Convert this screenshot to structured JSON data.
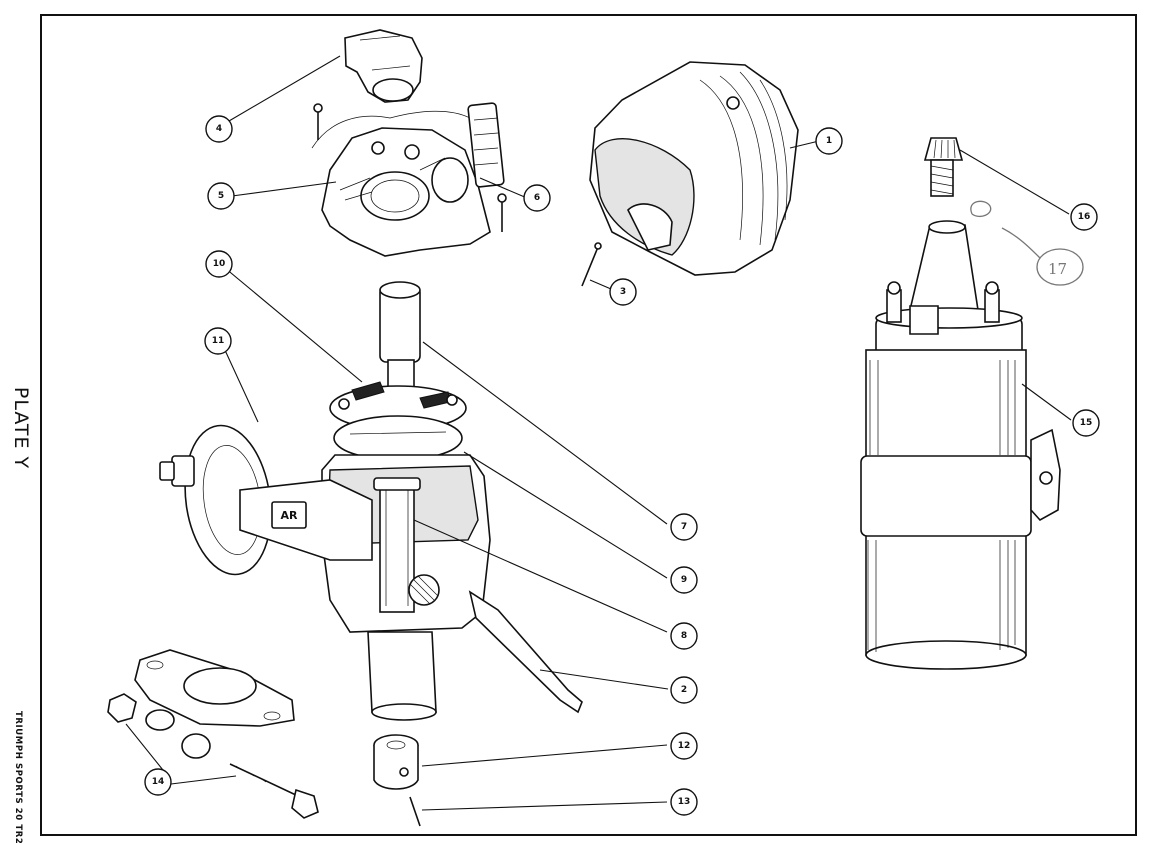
{
  "plate": {
    "title": "PLATE Y",
    "caption": "TRIUMPH SPORTS 20 TR2"
  },
  "callouts": [
    {
      "id": "1",
      "label": "1"
    },
    {
      "id": "2",
      "label": "2"
    },
    {
      "id": "3",
      "label": "3"
    },
    {
      "id": "4",
      "label": "4"
    },
    {
      "id": "5",
      "label": "5"
    },
    {
      "id": "6",
      "label": "6"
    },
    {
      "id": "7",
      "label": "7"
    },
    {
      "id": "8",
      "label": "8"
    },
    {
      "id": "9",
      "label": "9"
    },
    {
      "id": "10",
      "label": "10"
    },
    {
      "id": "11",
      "label": "11"
    },
    {
      "id": "12",
      "label": "12"
    },
    {
      "id": "13",
      "label": "13"
    },
    {
      "id": "14",
      "label": "14"
    },
    {
      "id": "15",
      "label": "15"
    },
    {
      "id": "16",
      "label": "16"
    }
  ],
  "handwritten": {
    "label": "17"
  },
  "housing_marking": "AR"
}
